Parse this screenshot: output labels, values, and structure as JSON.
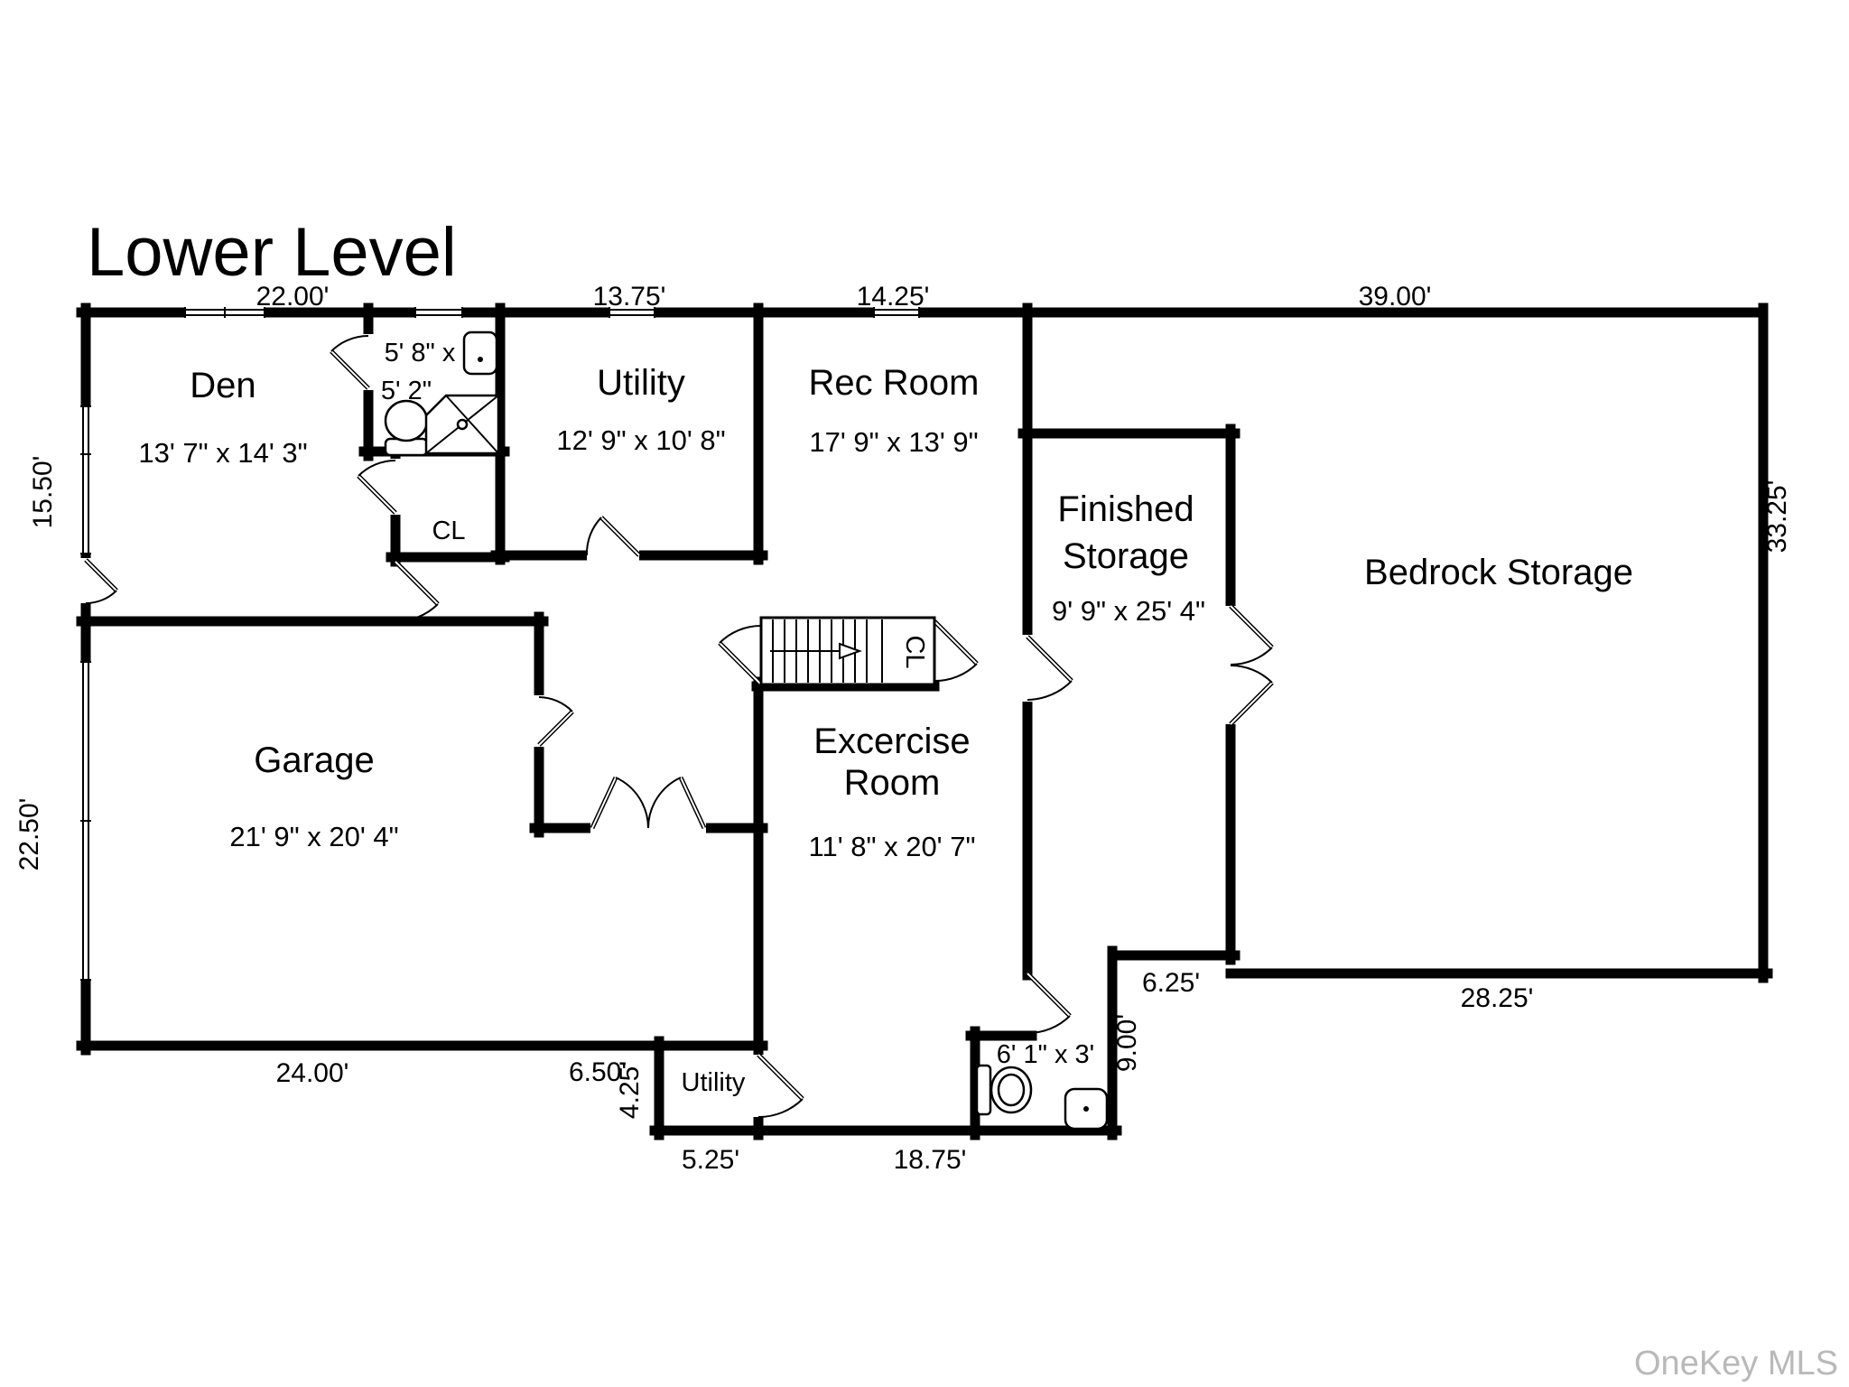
{
  "title": "Lower Level",
  "watermark": "OneKey MLS",
  "rooms": {
    "den": {
      "name": "Den",
      "dims": "13' 7\" x 14' 3\""
    },
    "bathroom_upper": {
      "dims_line1": "5' 8\" x",
      "dims_line2": "5' 2\""
    },
    "closet_upper": {
      "name": "CL"
    },
    "utility_top": {
      "name": "Utility",
      "dims": "12' 9\" x 10' 8\""
    },
    "rec_room": {
      "name": "Rec Room",
      "dims": "17' 9\" x 13' 9\""
    },
    "finished_storage": {
      "name_line1": "Finished",
      "name_line2": "Storage",
      "dims": "9' 9\" x 25' 4\""
    },
    "bedrock_storage": {
      "name": "Bedrock Storage"
    },
    "garage": {
      "name": "Garage",
      "dims": "21' 9\" x 20' 4\""
    },
    "exercise_room": {
      "name_line1": "Excercise",
      "name_line2": "Room",
      "dims": "11' 8\" x 20' 7\""
    },
    "utility_small": {
      "name": "Utility"
    },
    "bathroom_lower": {
      "dims": "6' 1\" x 3'"
    },
    "closet_stairs": {
      "name": "CL"
    }
  },
  "dimensions": {
    "top_den": "22.00'",
    "top_utility": "13.75'",
    "top_rec": "14.25'",
    "top_bedrock": "39.00'",
    "left_den": "15.50'",
    "left_garage": "22.50'",
    "bottom_garage": "24.00'",
    "bottom_gap": "6.50'",
    "side_small_utility": "4.25'",
    "bottom_small_utility": "5.25'",
    "bottom_exercise": "18.75'",
    "side_bath": "9.00'",
    "bottom_storage_gap": "6.25'",
    "bottom_bedrock": "28.25'",
    "right_bedrock": "33.25'"
  }
}
